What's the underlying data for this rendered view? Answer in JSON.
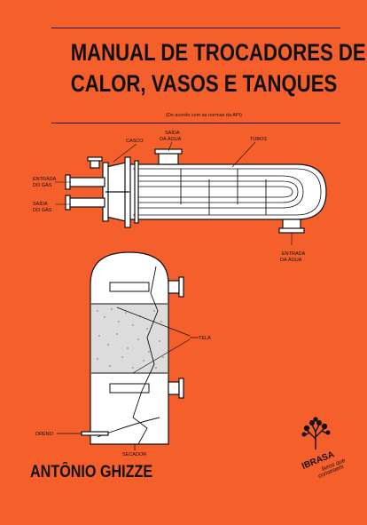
{
  "book": {
    "title_line1": "MANUAL DE TROCADORES DE",
    "title_line2": "CALOR, VASOS E TANQUES",
    "subtitle": "(De acordo com as normas da API)",
    "author": "ANTÔNIO GHIZZE"
  },
  "exchanger_labels": {
    "casco": "CASCO",
    "saida_agua_1": "SAÍDA",
    "saida_agua_2": "DA ÁGUA",
    "tubos": "TUBOS",
    "entrada_gas_1": "ENTRADA",
    "entrada_gas_2": "DO GÁS",
    "saida_gas_1": "SAÍDA",
    "saida_gas_2": "DO GÁS",
    "entrada_agua_1": "ENTRADA",
    "entrada_agua_2": "DA ÁGUA"
  },
  "vessel_labels": {
    "tela": "TELA",
    "dreno": "DRENO",
    "secador": "SECADOR"
  },
  "publisher": {
    "name": "IBRASA",
    "tagline_1": "livros que",
    "tagline_2": "constroem"
  },
  "colors": {
    "cover_background": "#f45f2c",
    "ink": "#111111",
    "drawing_fill": "#ffffff"
  }
}
